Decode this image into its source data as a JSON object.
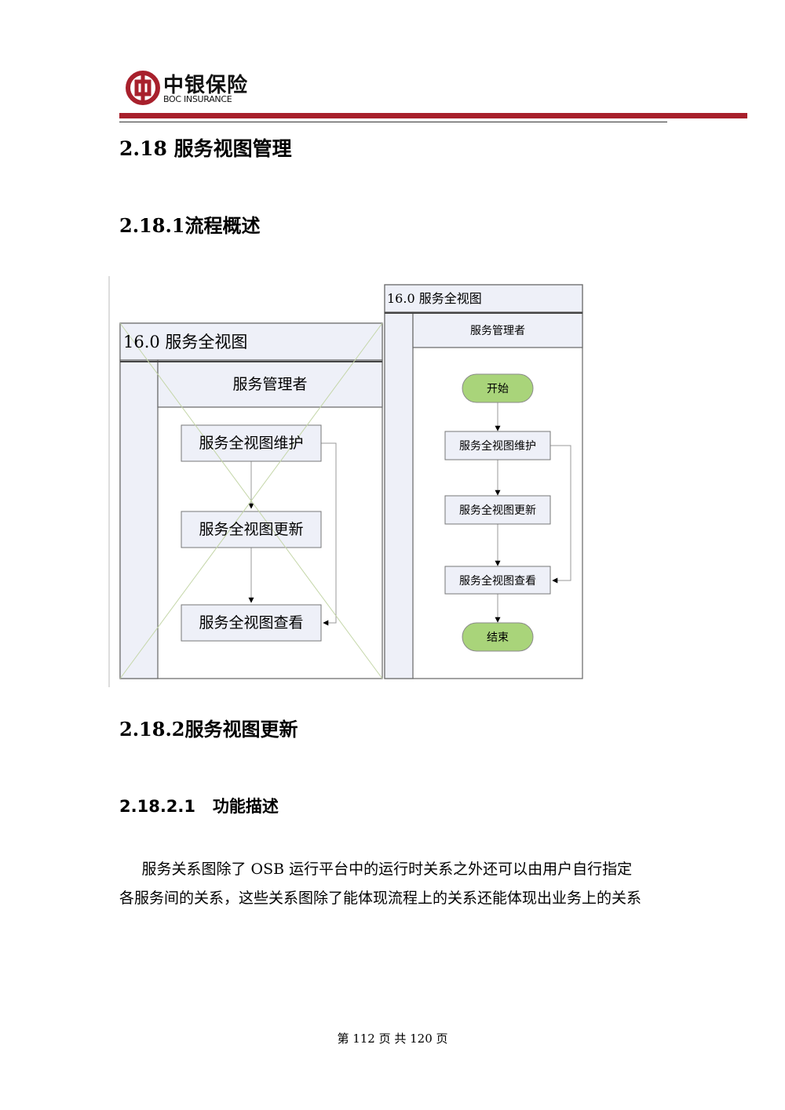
{
  "header": {
    "logo_cn": "中银保险",
    "logo_en": "BOC INSURANCE"
  },
  "section": {
    "heading": "2.18  服务视图管理",
    "sub1": "2.18.1流程概述",
    "sub2": "2.18.2服务视图更新",
    "sub3": "2.18.2.1   功能描述"
  },
  "diagram_left": {
    "title": "16.0 服务全视图",
    "lane": "服务管理者",
    "steps": [
      "服务全视图维护",
      "服务全视图更新",
      "服务全视图查看"
    ]
  },
  "diagram_right": {
    "title": "16.0 服务全视图",
    "lane": "服务管理者",
    "start": "开始",
    "steps": [
      "服务全视图维护",
      "服务全视图更新",
      "服务全视图查看"
    ],
    "end": "结束"
  },
  "paragraph": {
    "line1": "服务关系图除了 OSB 运行平台中的运行时关系之外还可以由用户自行指定",
    "line2": "各服务间的关系，这些关系图除了能体现流程上的关系还能体现出业务上的关系"
  },
  "footer": {
    "text": "第 112 页 共 120 页"
  },
  "colors": {
    "brand_red": "#a8202c",
    "terminal_green": "#a9d47a",
    "lane_fill": "#eef0f8"
  }
}
